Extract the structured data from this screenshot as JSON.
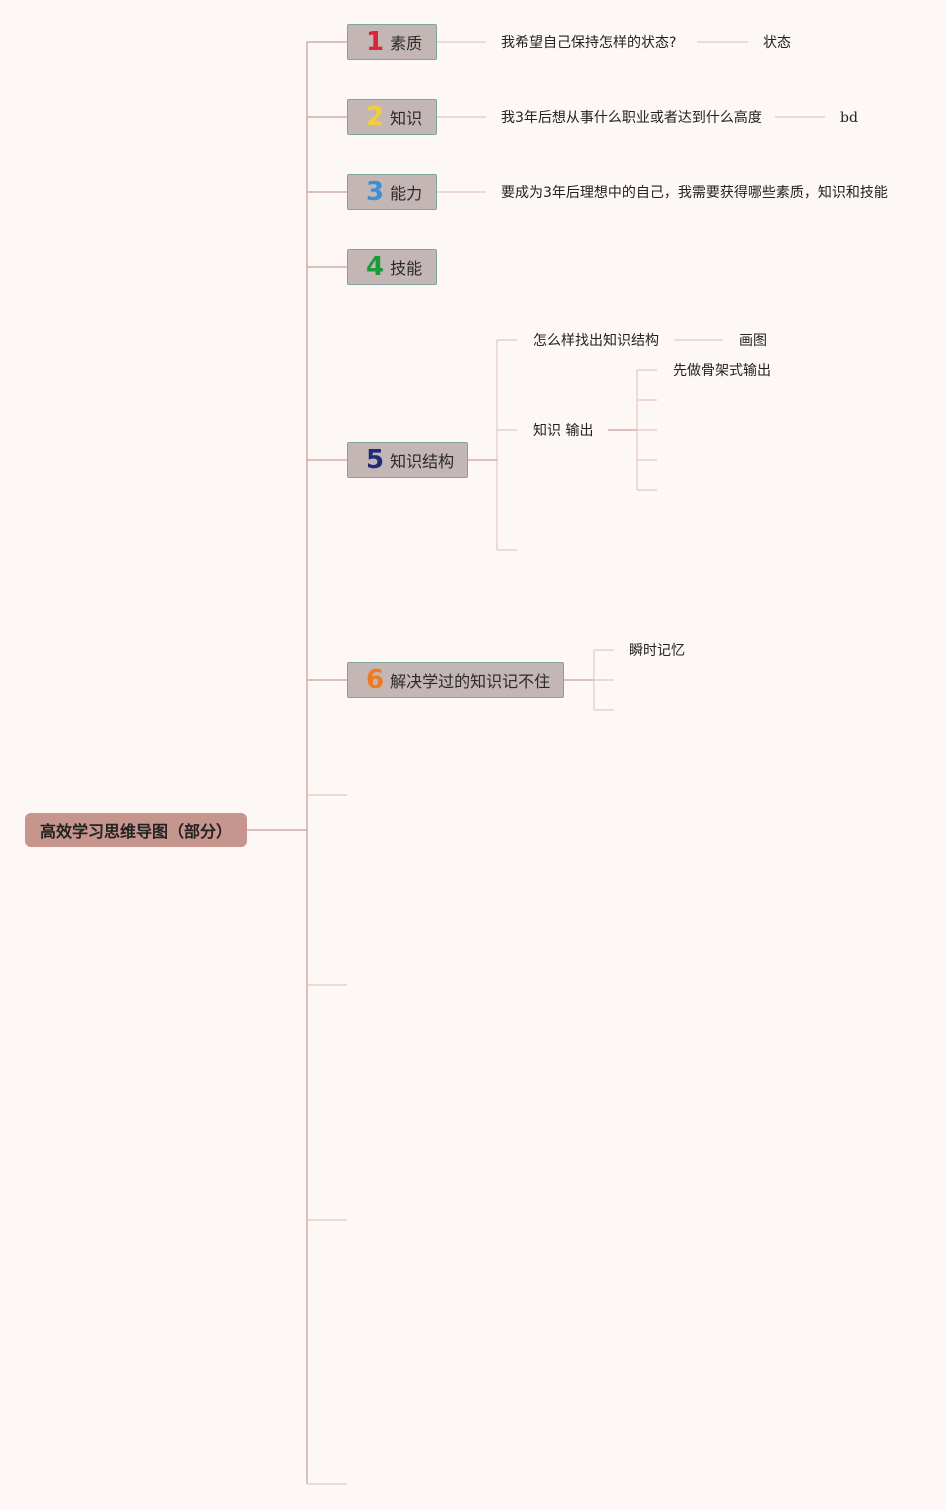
{
  "root": {
    "label": "高效学习思维导图（部分）"
  },
  "branches": [
    {
      "num": "1",
      "num_color": "#d8263a",
      "label": "素质",
      "child": "我希望自己保持怎样的状态?",
      "grandchild": "状态"
    },
    {
      "num": "2",
      "num_color": "#f2cd3c",
      "label": "知识",
      "child": "我3年后想从事什么职业或者达到什么高度",
      "grandchild": "bd"
    },
    {
      "num": "3",
      "num_color": "#3a8fd6",
      "label": "能力",
      "child": "要成为3年后理想中的自己，我需要获得哪些素质，知识和技能"
    },
    {
      "num": "4",
      "num_color": "#1f9a3a",
      "label": "技能"
    },
    {
      "num": "5",
      "num_color": "#1e2a78",
      "label": "知识结构",
      "children": [
        {
          "label": "怎么样找出知识结构",
          "child": "画图"
        },
        {
          "label": "知识 输出",
          "child": "先做骨架式输出"
        }
      ]
    },
    {
      "num": "6",
      "num_color": "#f07a22",
      "label": "解决学过的知识记不住",
      "child": "瞬时记忆"
    }
  ],
  "colors": {
    "line": "#c9a39c",
    "line_light": "#e2c9c4",
    "node_bg": "#c3b6b4",
    "node_border": "#7fa59d",
    "root_bg": "#c5958e"
  }
}
